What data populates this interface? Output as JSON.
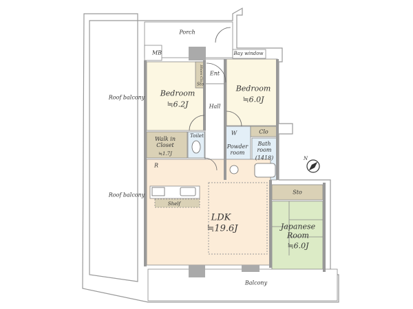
{
  "colors": {
    "bedroom": "#fcf7e2",
    "ldk": "#fcecd8",
    "closet": "#dad1b6",
    "wet": "#e3eff7",
    "japanese": "#dcebc6",
    "wall": "#9a9a9a"
  },
  "rooms": {
    "porch": "Porch",
    "mb": "MB",
    "ent": "Ent",
    "shoe_closet": "Shoes Clo",
    "sto_small": "Sto",
    "hall": "Hall",
    "bay_window": "Bay window",
    "bedroom1": {
      "name": "Bedroom",
      "area": "≒6.2J"
    },
    "bedroom2": {
      "name": "Bedroom",
      "area": "≒6.0J"
    },
    "walk_in_closet": {
      "name": "Walk in Closet",
      "area": "≒1.7J"
    },
    "toilet": "Toilet",
    "w": "W",
    "clo": "Clo",
    "powder_room": "Powder room",
    "bath": "Bath room",
    "bath_size": "(1418)",
    "r": "R",
    "shelf": "Shelf",
    "ldk": {
      "name": "LDK",
      "area": "≒19.6J"
    },
    "sto": "Sto",
    "japanese": {
      "name": "Japanese Room",
      "area": "≒6.0J"
    },
    "balcony": "Balcony",
    "roof_balcony_top": "Roof balcony",
    "roof_balcony_bottom": "Roof balcony"
  },
  "compass": {
    "label": "N",
    "icon": "compass-icon"
  }
}
